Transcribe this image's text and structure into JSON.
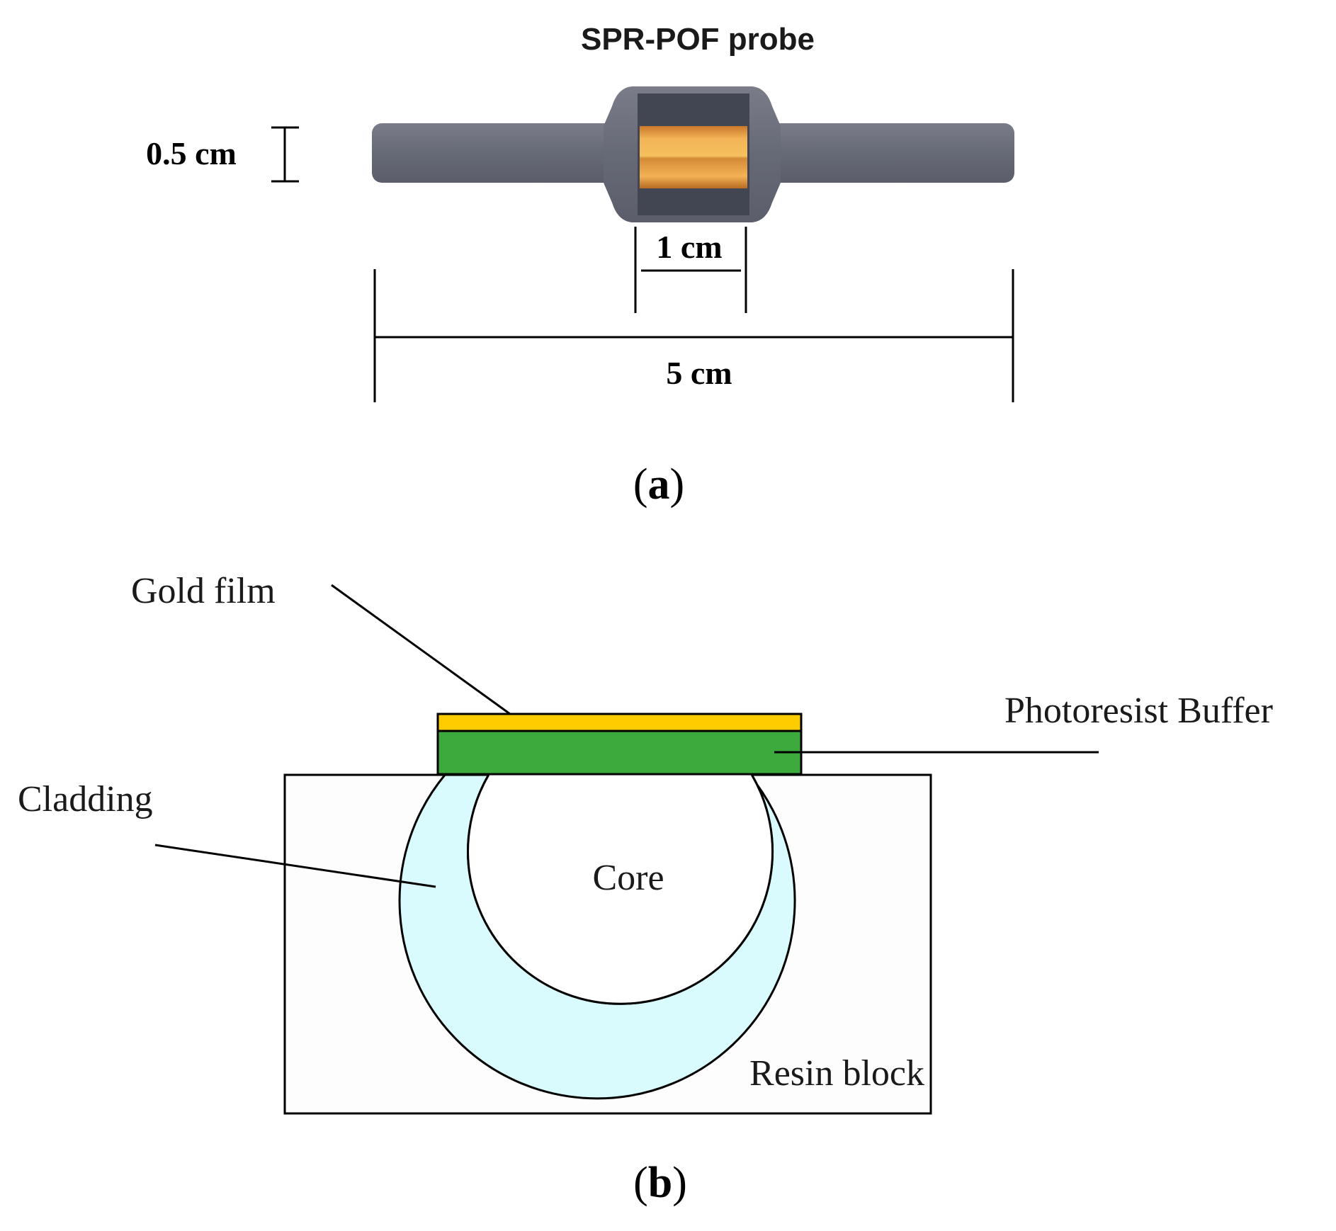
{
  "panel_a": {
    "title": "SPR-POF probe",
    "height_label": "0.5 cm",
    "window_label": "1 cm",
    "length_label": "5 cm",
    "panel_label_open": "(",
    "panel_label_letter": "a",
    "panel_label_close": ")"
  },
  "panel_b": {
    "gold_film_label": "Gold film",
    "photoresist_label": "Photoresist Buffer",
    "cladding_label": "Cladding",
    "core_label": "Core",
    "resin_label": "Resin block",
    "panel_label_open": "(",
    "panel_label_letter": "b",
    "panel_label_close": ")"
  },
  "colors": {
    "probe_body": "#6b6e7a",
    "gold_window": "#e9a040",
    "gold_film": "#ffcc00",
    "photoresist": "#3daa3d",
    "cladding": "#d9fbfd",
    "resin": "#fdfdfd"
  }
}
